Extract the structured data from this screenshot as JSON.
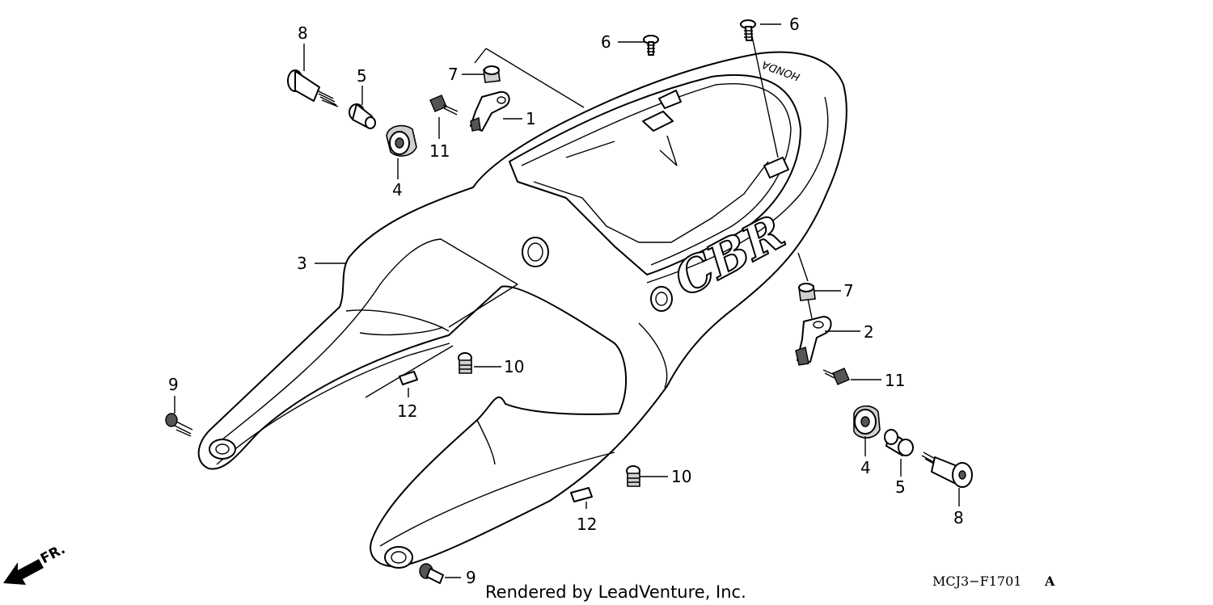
{
  "callouts": {
    "c1": "1",
    "c2": "2",
    "c3": "3",
    "c4a": "4",
    "c4b": "4",
    "c5a": "5",
    "c5b": "5",
    "c6a": "6",
    "c6b": "6",
    "c7a": "7",
    "c7b": "7",
    "c8a": "8",
    "c8b": "8",
    "c9a": "9",
    "c9b": "9",
    "c10a": "10",
    "c10b": "10",
    "c11a": "11",
    "c11b": "11",
    "c12a": "12",
    "c12b": "12"
  },
  "cowl_text": {
    "brand": "HONDA",
    "model": "CBR"
  },
  "direction": {
    "label": "FR."
  },
  "footer": {
    "credit": "Rendered by LeadVenture, Inc.",
    "diagram_code": "MCJ3−F1701",
    "diagram_suffix": "A"
  }
}
